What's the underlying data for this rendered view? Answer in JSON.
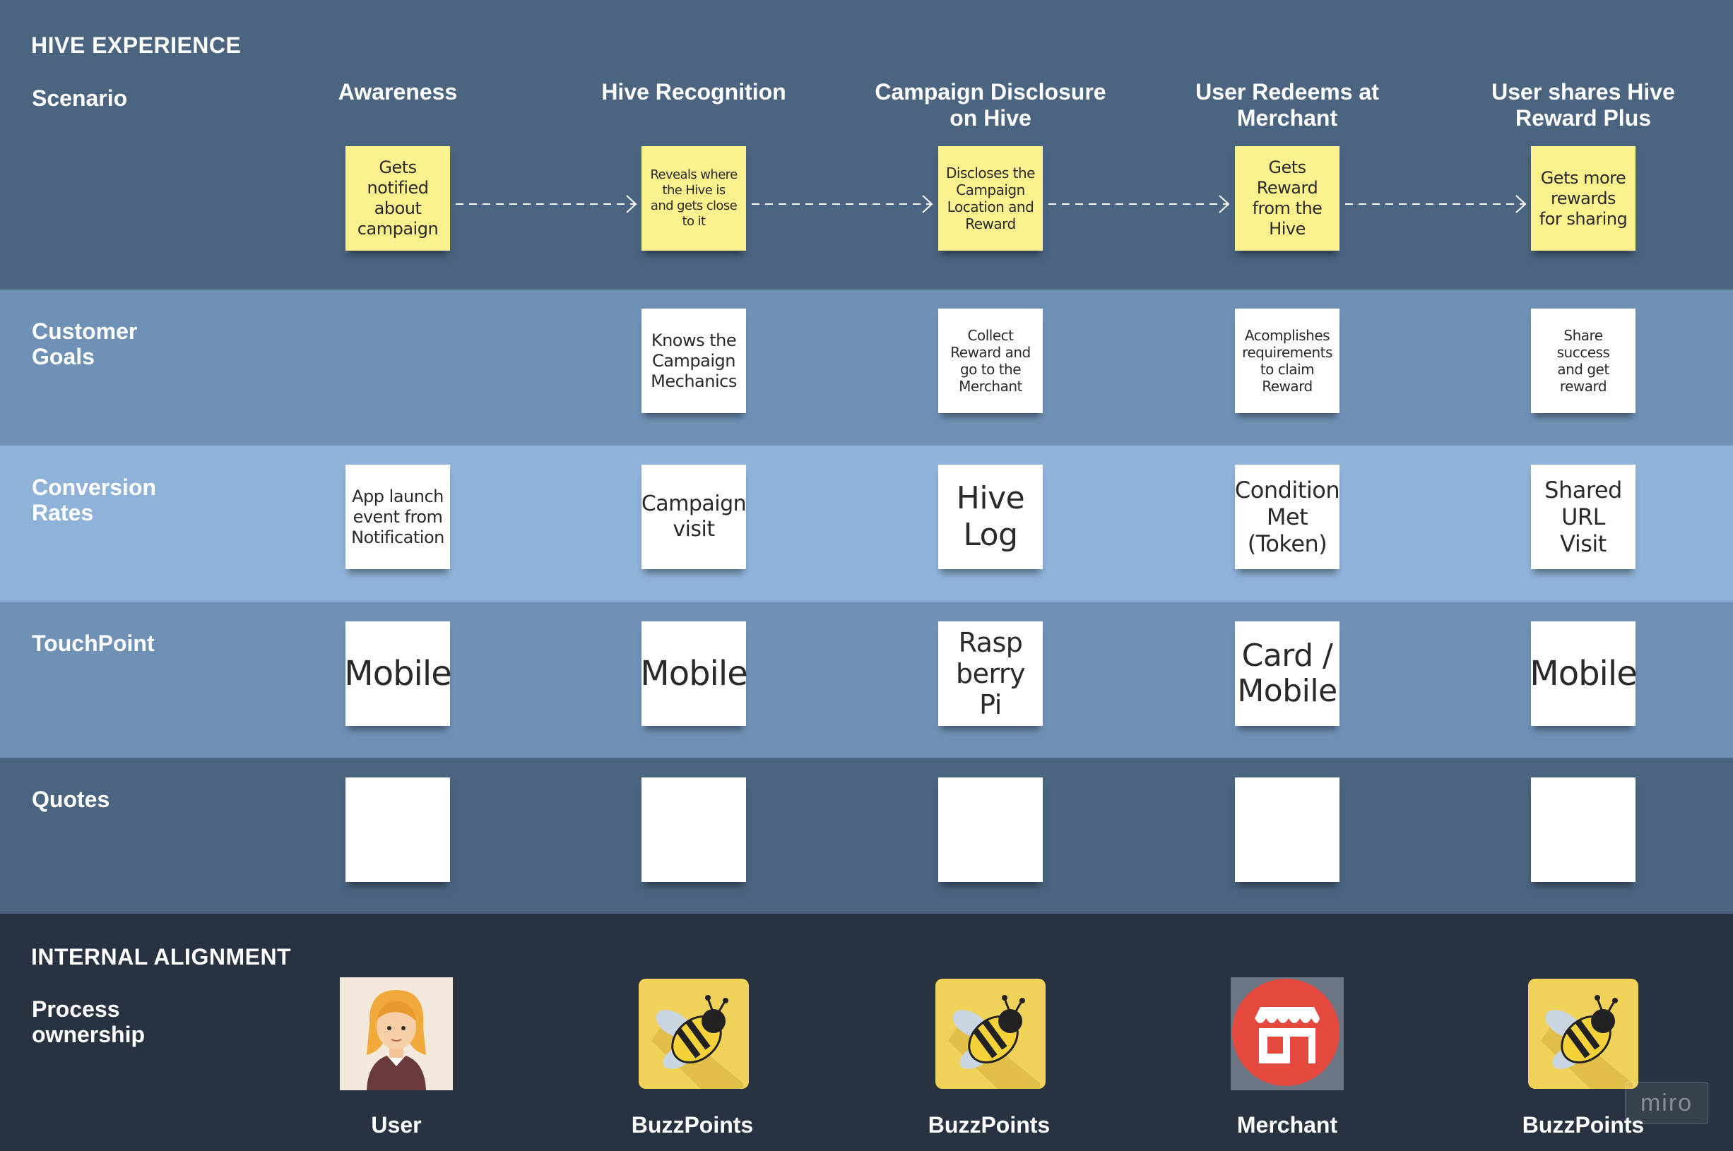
{
  "sections": {
    "experience": "HIVE EXPERIENCE",
    "internal": "INTERNAL ALIGNMENT"
  },
  "rows": {
    "scenario": "Scenario",
    "goals": "Customer\nGoals",
    "conversion": "Conversion\nRates",
    "touchpoint": "TouchPoint",
    "quotes": "Quotes",
    "process": "Process\nownership"
  },
  "columns": [
    "Awareness",
    "Hive Recognition",
    "Campaign Disclosure\non Hive",
    "User Redeems at\nMerchant",
    "User shares Hive\nReward Plus"
  ],
  "scenario_notes": [
    "Gets\nnotified\nabout\ncampaign",
    "Reveals where\nthe Hive is\nand gets close\nto it",
    "Discloses the\nCampaign\nLocation and\nReward",
    "Gets\nReward\nfrom the\nHive",
    "Gets more\nrewards\nfor sharing"
  ],
  "goal_notes": [
    "",
    "Knows the\nCampaign\nMechanics",
    "Collect\nReward and\ngo to the\nMerchant",
    "Acomplishes\nrequirements\nto claim\nReward",
    "Share\nsuccess\nand get\nreward"
  ],
  "conversion_notes": [
    "App launch\nevent from\nNotification",
    "Campaign\nvisit",
    "Hive\nLog",
    "Condition\nMet\n(Token)",
    "Shared\nURL\nVisit"
  ],
  "touchpoint_notes": [
    "Mobile",
    "Mobile",
    "Rasp\nberry Pi",
    "Card /\nMobile",
    "Mobile"
  ],
  "quote_notes": [
    "",
    "",
    "",
    "",
    ""
  ],
  "owners": [
    {
      "label": "User",
      "icon": "user-avatar-icon"
    },
    {
      "label": "BuzzPoints",
      "icon": "bee-icon"
    },
    {
      "label": "BuzzPoints",
      "icon": "bee-icon"
    },
    {
      "label": "Merchant",
      "icon": "storefront-icon"
    },
    {
      "label": "BuzzPoints",
      "icon": "bee-icon"
    }
  ],
  "watermark": "miro",
  "colors": {
    "experience_band": "#4b6480",
    "goal_band": "#6f91b6",
    "conversion_band": "#8fb2d8",
    "internal_band": "#283241",
    "yellow_sticky": "#fbf18e",
    "white_sticky": "#ffffff",
    "bee_tile": "#f0d15a",
    "merchant_red": "#e5483d"
  }
}
